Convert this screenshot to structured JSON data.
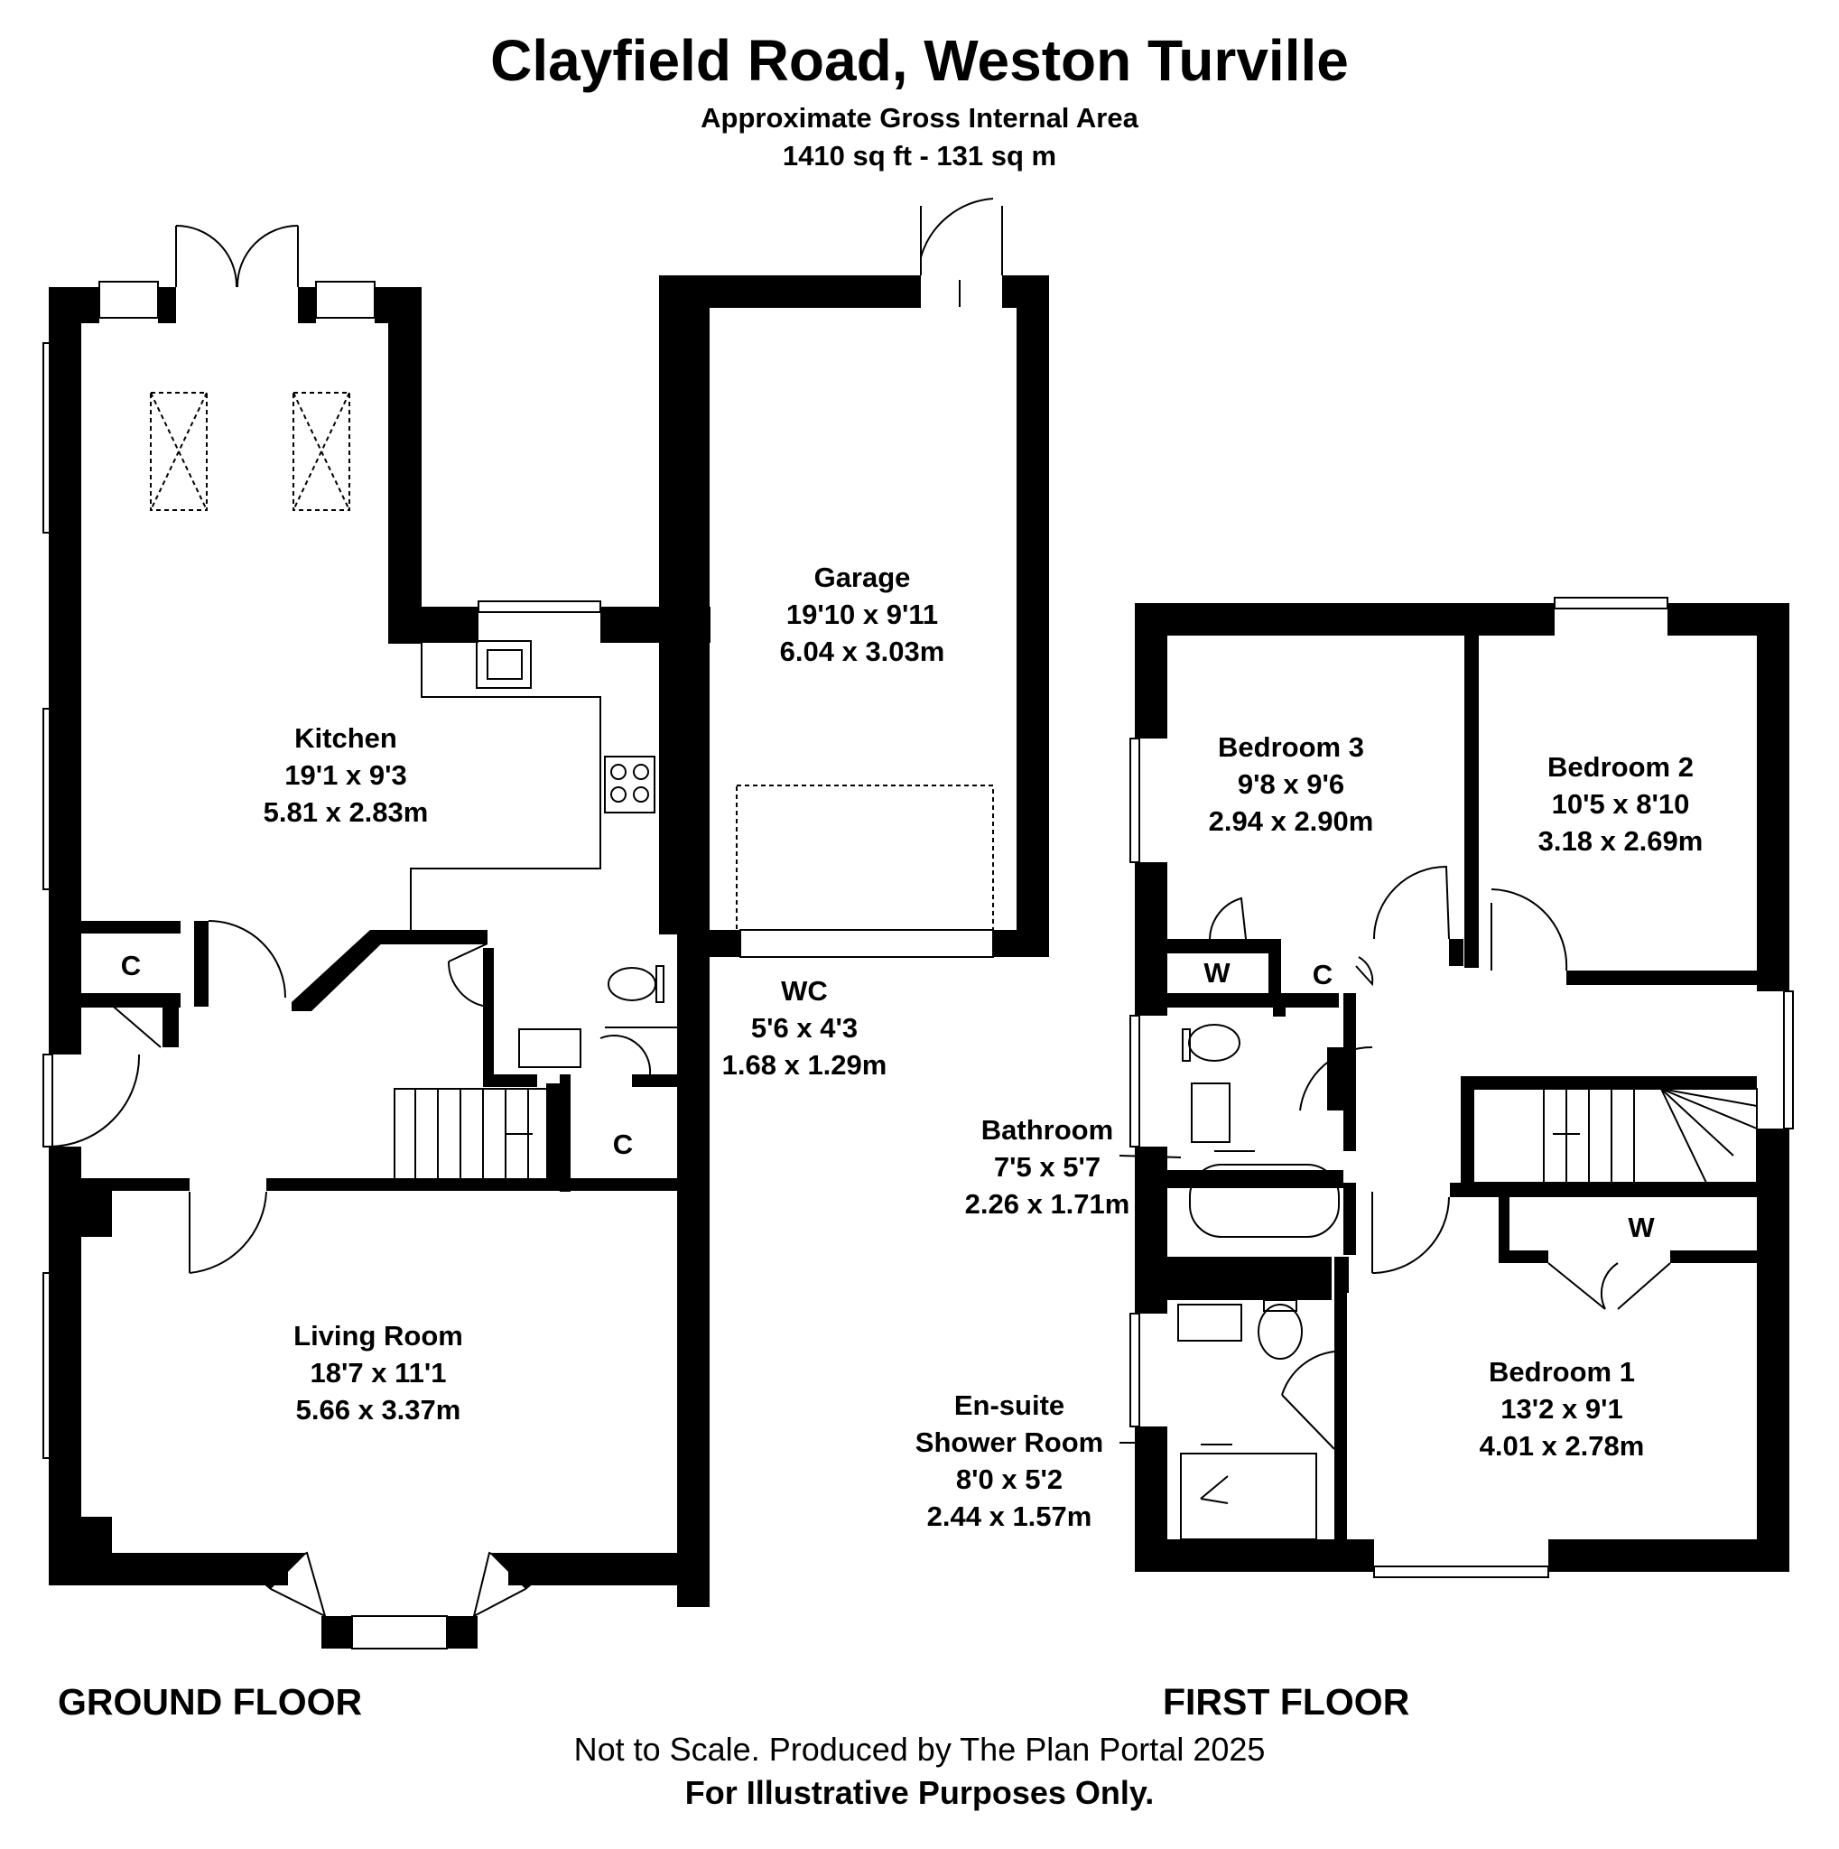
{
  "header": {
    "title": "Clayfield Road, Weston Turville",
    "area_label": "Approximate Gross Internal Area",
    "area_value": "1410 sq ft - 131 sq m"
  },
  "floors": {
    "ground": {
      "label": "GROUND FLOOR",
      "rooms": {
        "kitchen": {
          "name": "Kitchen",
          "imperial": "19'1 x 9'3",
          "metric": "5.81 x 2.83m"
        },
        "garage": {
          "name": "Garage",
          "imperial": "19'10 x 9'11",
          "metric": "6.04 x 3.03m"
        },
        "wc": {
          "name": "WC",
          "imperial": "5'6 x 4'3",
          "metric": "1.68 x 1.29m"
        },
        "living": {
          "name": "Living Room",
          "imperial": "18'7 x 11'1",
          "metric": "5.66 x 3.37m"
        },
        "cupboard_a": {
          "name": "C"
        },
        "cupboard_b": {
          "name": "C"
        }
      }
    },
    "first": {
      "label": "FIRST FLOOR",
      "rooms": {
        "bedroom3": {
          "name": "Bedroom 3",
          "imperial": "9'8 x 9'6",
          "metric": "2.94 x 2.90m"
        },
        "bedroom2": {
          "name": "Bedroom 2",
          "imperial": "10'5 x 8'10",
          "metric": "3.18 x 2.69m"
        },
        "bathroom": {
          "name": "Bathroom",
          "imperial": "7'5 x 5'7",
          "metric": "2.26 x 1.71m"
        },
        "bedroom1": {
          "name": "Bedroom 1",
          "imperial": "13'2 x 9'1",
          "metric": "4.01 x 2.78m"
        },
        "ensuite": {
          "name": "En-suite",
          "name2": "Shower Room",
          "imperial": "8'0 x 5'2",
          "metric": "2.44 x 1.57m"
        },
        "wardrobe_a": {
          "name": "W"
        },
        "wardrobe_b": {
          "name": "W"
        },
        "cupboard": {
          "name": "C"
        }
      }
    }
  },
  "footer": {
    "line1": "Not to Scale. Produced by The Plan Portal 2025",
    "line2": "For Illustrative Purposes Only."
  }
}
